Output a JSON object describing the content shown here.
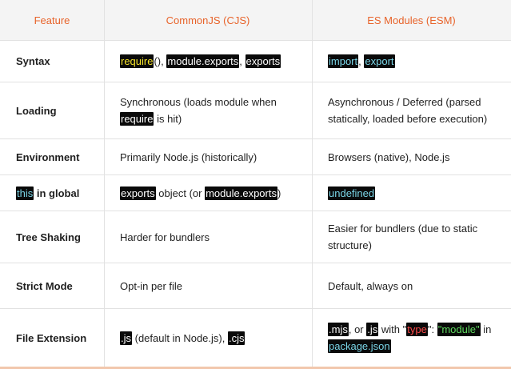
{
  "headers": [
    "Feature",
    "CommonJS (CJS)",
    "ES Modules (ESM)"
  ],
  "rows": {
    "syntax": {
      "feature": "Syntax",
      "cjs": {
        "require": "require",
        "paren": "()",
        "sep1": ",",
        "module_exports": "module.exports",
        "sep2": ",",
        "exports": "exports"
      },
      "esm": {
        "import": "import",
        "sep": ",",
        "export": "export"
      }
    },
    "loading": {
      "feature": "Loading",
      "cjs": {
        "pre": "Synchronous (loads module when",
        "require": "require",
        "post": "is hit)"
      },
      "esm": {
        "text": "Asynchronous / Deferred (parsed statically, loaded before execution)"
      }
    },
    "environment": {
      "feature": "Environment",
      "cjs": {
        "text": "Primarily Node.js (historically)"
      },
      "esm": {
        "text": "Browsers (native), Node.js"
      }
    },
    "this_global": {
      "feature_code": "this",
      "feature_rest": "in global",
      "cjs": {
        "exports": "exports",
        "mid": "object (or",
        "module_exports": "module.exports",
        "end": ")"
      },
      "esm": {
        "undefined": "undefined"
      }
    },
    "tree_shaking": {
      "feature": "Tree Shaking",
      "cjs": {
        "text": "Harder for bundlers"
      },
      "esm": {
        "text": "Easier for bundlers (due to static structure)"
      }
    },
    "strict_mode": {
      "feature": "Strict Mode",
      "cjs": {
        "text": "Opt-in per file"
      },
      "esm": {
        "text": "Default, always on"
      }
    },
    "file_extension": {
      "feature": "File Extension",
      "cjs": {
        "js": ".js",
        "mid": "(default in Node.js),",
        "cjs": ".cjs"
      },
      "esm": {
        "mjs": ".mjs",
        "or": ", or",
        "js": ".js",
        "with": "with",
        "q1": "\"",
        "type": "type",
        "q2": "\"",
        "colon": ":",
        "module": "\"module\"",
        "in": "in",
        "package_json": "package.json"
      }
    }
  },
  "colors": {
    "header_text": "#e8632a",
    "header_bg": "#f4f4f4",
    "code_bg": "#0a0a0a",
    "keyword_yellow": "#f5e32a",
    "keyword_cyan": "#79d4e6",
    "keyword_red": "#ff4a4a",
    "keyword_green": "#5fd95f"
  }
}
